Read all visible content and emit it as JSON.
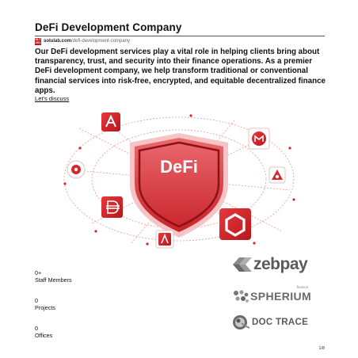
{
  "header": {
    "title": "DeFi Development Company",
    "source_domain": "solulab.com",
    "source_path": "/defi-development-company",
    "favicon_text": "SLT 201"
  },
  "intro": {
    "text": "Our DeFi development services play a vital role in helping clients bring about transparency, trust, and security into their finance operations. As a premier DeFi development company, we help transform traditional or conventional financial services into risk-free, encrypted, and equitable decentralized finance apps."
  },
  "cta": {
    "label": "Let's discuss"
  },
  "illustration": {
    "shield_label": "DeFi",
    "icons": [
      "aave-icon",
      "maker-icon",
      "yearn-icon",
      "maker-dai-icon",
      "chainlink-icon",
      "aave-small-icon",
      "bancor-icon"
    ],
    "colors": {
      "red": "#d6262b",
      "shield_fill": "#e04b50",
      "shield_light": "#f6c4c5",
      "network": "#e59a9c"
    }
  },
  "stats": [
    {
      "value": "0+",
      "label": "Staff Members"
    },
    {
      "value": "0",
      "label": "Projects"
    },
    {
      "value": "0",
      "label": "Offices"
    }
  ],
  "clients": {
    "zebpay": "zebpay",
    "spherium_tag": "finance",
    "spherium": "SPHERIUM",
    "doctrace": "DOC TRACE"
  },
  "footer": {
    "page_number": "1/8"
  }
}
